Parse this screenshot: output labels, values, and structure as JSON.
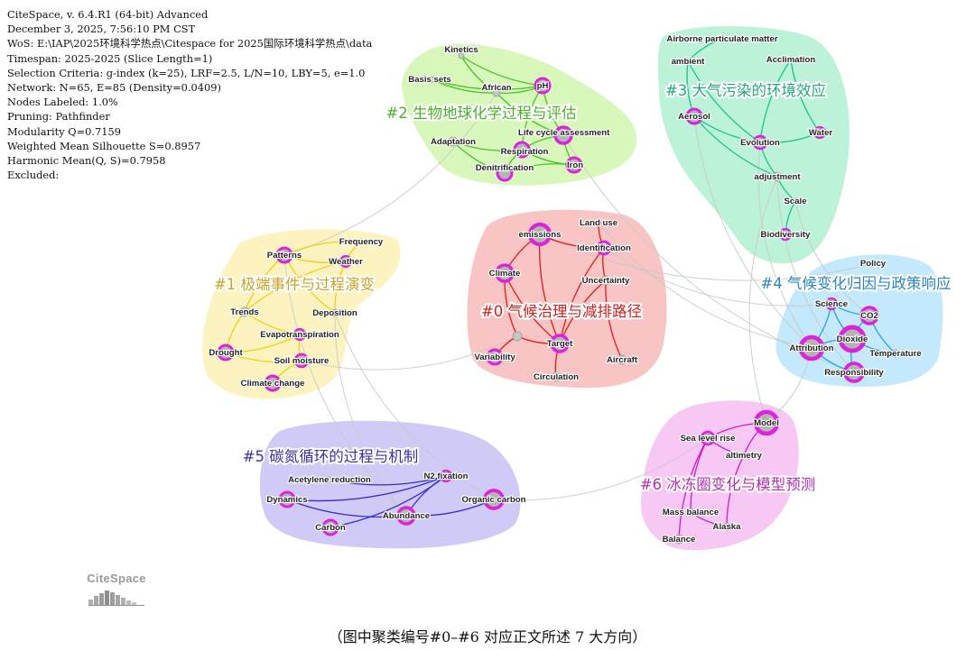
{
  "info_lines": [
    "CiteSpace, v. 6.4.R1 (64-bit) Advanced",
    "December 3, 2025, 7:56:10 PM CST",
    "WoS: E:\\IAP\\2025环境科学热点\\Citespace for 2025国际环境科学热点\\data",
    "Timespan: 2025-2025 (Slice Length=1)",
    "Selection Criteria: g-index (k=25), LRF=2.5, L/N=10, LBY=5, e=1.0",
    "Network: N=65, E=85 (Density=0.0409)",
    "Nodes Labeled: 1.0%",
    "Pruning: Pathfinder",
    "Modularity Q=0.7159",
    "Weighted Mean Silhouette S=0.8957",
    "Harmonic Mean(Q, S)=0.7958",
    "Excluded:"
  ],
  "logo_text": "CiteSpace",
  "caption": "（图中聚类编号#0–#6 对应正文所述 7 大方向）",
  "clusters": [
    {
      "id": 0,
      "label": "#0 气候治理与减排路径",
      "color": "#cc1f1f",
      "fill": "#f6b4b4",
      "edge": "#e01010"
    },
    {
      "id": 1,
      "label": "#1 极端事件与过程演变",
      "color": "#c9a227",
      "fill": "#fbf0b0",
      "edge": "#f2cc00"
    },
    {
      "id": 2,
      "label": "#2 生物地球化学过程与评估",
      "color": "#4caf28",
      "fill": "#cdf5a8",
      "edge": "#3fc21a"
    },
    {
      "id": 3,
      "label": "#3 大气污染的环境效应",
      "color": "#22a877",
      "fill": "#a9f0cd",
      "edge": "#10c28a"
    },
    {
      "id": 4,
      "label": "#4 气候变化归因与政策响应",
      "color": "#2a86c0",
      "fill": "#b3e2fb",
      "edge": "#1aa0e0"
    },
    {
      "id": 5,
      "label": "#5 碳氮循环的过程与机制",
      "color": "#3a2fae",
      "fill": "#c1bdf3",
      "edge": "#2c22d0"
    },
    {
      "id": 6,
      "label": "#6 冰冻圈变化与模型预测",
      "color": "#b42db4",
      "fill": "#f5b8f1",
      "edge": "#cc10cc"
    }
  ],
  "nodes": [
    {
      "id": "kinetics",
      "label": "Kinetics",
      "c": 2
    },
    {
      "id": "basis_sets",
      "label": "Basis sets",
      "c": 2
    },
    {
      "id": "african",
      "label": "African",
      "c": 2
    },
    {
      "id": "ph",
      "label": "pH",
      "c": 2
    },
    {
      "id": "life_cycle",
      "label": "Life cycle assessment",
      "c": 2
    },
    {
      "id": "adaptation",
      "label": "Adaptation",
      "c": 2
    },
    {
      "id": "respiration",
      "label": "Respiration",
      "c": 2
    },
    {
      "id": "iron",
      "label": "Iron",
      "c": 2
    },
    {
      "id": "denitrification",
      "label": "Denitrification",
      "c": 2
    },
    {
      "id": "airborne",
      "label": "Airborne particulate matter",
      "c": 3
    },
    {
      "id": "ambient",
      "label": "ambient",
      "c": 3
    },
    {
      "id": "acclimation",
      "label": "Acclimation",
      "c": 3
    },
    {
      "id": "aerosol",
      "label": "Aerosol",
      "c": 3
    },
    {
      "id": "water",
      "label": "Water",
      "c": 3
    },
    {
      "id": "evolution",
      "label": "Evolution",
      "c": 3
    },
    {
      "id": "adjustment",
      "label": "adjustment",
      "c": 3
    },
    {
      "id": "scale",
      "label": "Scale",
      "c": 3
    },
    {
      "id": "biodiversity",
      "label": "Biodiversity",
      "c": 3
    },
    {
      "id": "frequency",
      "label": "Frequency",
      "c": 1
    },
    {
      "id": "patterns",
      "label": "Patterns",
      "c": 1
    },
    {
      "id": "weather",
      "label": "Weather",
      "c": 1
    },
    {
      "id": "trends",
      "label": "Trends",
      "c": 1
    },
    {
      "id": "deposition",
      "label": "Deposition",
      "c": 1
    },
    {
      "id": "evapotranspiration",
      "label": "Evapotranspiration",
      "c": 1
    },
    {
      "id": "drought",
      "label": "Drought",
      "c": 1
    },
    {
      "id": "soil_moisture",
      "label": "Soil moisture",
      "c": 1
    },
    {
      "id": "climate_change",
      "label": "Climate change",
      "c": 1
    },
    {
      "id": "land_use",
      "label": "Land use",
      "c": 0
    },
    {
      "id": "emissions",
      "label": "emissions",
      "c": 0
    },
    {
      "id": "identification",
      "label": "Identification",
      "c": 0
    },
    {
      "id": "climate",
      "label": "Climate",
      "c": 0
    },
    {
      "id": "uncertainty",
      "label": "Uncertainty",
      "c": 0
    },
    {
      "id": "target",
      "label": "Target",
      "c": 0
    },
    {
      "id": "variability",
      "label": "Variability",
      "c": 0
    },
    {
      "id": "circulation",
      "label": "Circulation",
      "c": 0
    },
    {
      "id": "aircraft",
      "label": "Aircraft",
      "c": 0
    },
    {
      "id": "n0_hub",
      "label": "",
      "c": 0
    },
    {
      "id": "policy",
      "label": "Policy",
      "c": 4
    },
    {
      "id": "science",
      "label": "Science",
      "c": 4
    },
    {
      "id": "co2",
      "label": "CO2",
      "c": 4
    },
    {
      "id": "dioxide",
      "label": "Dioxide",
      "c": 4
    },
    {
      "id": "attribution",
      "label": "Attribution",
      "c": 4
    },
    {
      "id": "temperature",
      "label": "Temperature",
      "c": 4
    },
    {
      "id": "responsibility",
      "label": "Responsibility",
      "c": 4
    },
    {
      "id": "acetylene",
      "label": "Acetylene reduction",
      "c": 5
    },
    {
      "id": "n2_fixation",
      "label": "N2 fixation",
      "c": 5
    },
    {
      "id": "dynamics",
      "label": "Dynamics",
      "c": 5
    },
    {
      "id": "organic_carbon",
      "label": "Organic carbon",
      "c": 5
    },
    {
      "id": "abundance",
      "label": "Abundance",
      "c": 5
    },
    {
      "id": "carbon",
      "label": "Carbon",
      "c": 5
    },
    {
      "id": "model",
      "label": "Model",
      "c": 6
    },
    {
      "id": "sea_level",
      "label": "Sea level rise",
      "c": 6
    },
    {
      "id": "altimetry",
      "label": "altimetry",
      "c": 6
    },
    {
      "id": "mass_balance",
      "label": "Mass balance",
      "c": 6
    },
    {
      "id": "alaska",
      "label": "Alaska",
      "c": 6
    },
    {
      "id": "balance",
      "label": "Balance",
      "c": 6
    }
  ],
  "edges": [
    [
      "kinetics",
      "ph"
    ],
    [
      "basis_sets",
      "ph"
    ],
    [
      "basis_sets",
      "african"
    ],
    [
      "kinetics",
      "african"
    ],
    [
      "african",
      "ph"
    ],
    [
      "african",
      "life_cycle"
    ],
    [
      "ph",
      "life_cycle"
    ],
    [
      "life_cycle",
      "respiration"
    ],
    [
      "life_cycle",
      "iron"
    ],
    [
      "adaptation",
      "respiration"
    ],
    [
      "respiration",
      "denitrification"
    ],
    [
      "adaptation",
      "denitrification"
    ],
    [
      "iron",
      "denitrification"
    ],
    [
      "respiration",
      "iron"
    ],
    [
      "ph",
      "respiration"
    ],
    [
      "airborne",
      "ambient"
    ],
    [
      "ambient",
      "aerosol"
    ],
    [
      "aerosol",
      "evolution"
    ],
    [
      "evolution",
      "water"
    ],
    [
      "evolution",
      "adjustment"
    ],
    [
      "adjustment",
      "scale"
    ],
    [
      "scale",
      "biodiversity"
    ],
    [
      "acclimation",
      "evolution"
    ],
    [
      "acclimation",
      "water"
    ],
    [
      "aerosol",
      "adjustment"
    ],
    [
      "ambient",
      "evolution"
    ],
    [
      "frequency",
      "patterns"
    ],
    [
      "frequency",
      "weather"
    ],
    [
      "patterns",
      "weather"
    ],
    [
      "patterns",
      "trends"
    ],
    [
      "weather",
      "deposition"
    ],
    [
      "trends",
      "evapotranspiration"
    ],
    [
      "evapotranspiration",
      "soil_moisture"
    ],
    [
      "drought",
      "soil_moisture"
    ],
    [
      "drought",
      "evapotranspiration"
    ],
    [
      "soil_moisture",
      "climate_change"
    ],
    [
      "trends",
      "drought"
    ],
    [
      "patterns",
      "deposition"
    ],
    [
      "weather",
      "trends"
    ],
    [
      "land_use",
      "identification"
    ],
    [
      "emissions",
      "identification"
    ],
    [
      "emissions",
      "climate"
    ],
    [
      "climate",
      "n0_hub"
    ],
    [
      "identification",
      "uncertainty"
    ],
    [
      "uncertainty",
      "target"
    ],
    [
      "n0_hub",
      "target"
    ],
    [
      "target",
      "circulation"
    ],
    [
      "n0_hub",
      "variability"
    ],
    [
      "uncertainty",
      "aircraft"
    ],
    [
      "emissions",
      "target"
    ],
    [
      "identification",
      "target"
    ],
    [
      "climate",
      "target"
    ],
    [
      "science",
      "co2"
    ],
    [
      "science",
      "dioxide"
    ],
    [
      "co2",
      "dioxide"
    ],
    [
      "dioxide",
      "attribution"
    ],
    [
      "attribution",
      "responsibility"
    ],
    [
      "dioxide",
      "temperature"
    ],
    [
      "attribution",
      "science"
    ],
    [
      "dioxide",
      "responsibility"
    ],
    [
      "co2",
      "temperature"
    ],
    [
      "acetylene",
      "n2_fixation"
    ],
    [
      "dynamics",
      "n2_fixation"
    ],
    [
      "n2_fixation",
      "abundance"
    ],
    [
      "abundance",
      "organic_carbon"
    ],
    [
      "carbon",
      "n2_fixation"
    ],
    [
      "dynamics",
      "abundance"
    ],
    [
      "model",
      "sea_level"
    ],
    [
      "sea_level",
      "altimetry"
    ],
    [
      "sea_level",
      "mass_balance"
    ],
    [
      "mass_balance",
      "alaska"
    ],
    [
      "sea_level",
      "balance"
    ],
    [
      "altimetry",
      "alaska"
    ],
    [
      "model",
      "altimetry"
    ],
    [
      "patterns",
      "african"
    ],
    [
      "life_cycle",
      "responsibility"
    ],
    [
      "evolution",
      "attribution"
    ],
    [
      "adjustment",
      "responsibility"
    ],
    [
      "scale",
      "co2"
    ],
    [
      "emissions",
      "policy"
    ],
    [
      "identification",
      "science"
    ],
    [
      "land_use",
      "attribution"
    ],
    [
      "soil_moisture",
      "n0_hub"
    ],
    [
      "patterns",
      "abundance"
    ],
    [
      "deposition",
      "abundance"
    ],
    [
      "organic_carbon",
      "sea_level"
    ],
    [
      "model",
      "attribution"
    ],
    [
      "adjustment",
      "model"
    ],
    [
      "aerosol",
      "attribution"
    ],
    [
      "deposition",
      "organic_carbon"
    ]
  ]
}
